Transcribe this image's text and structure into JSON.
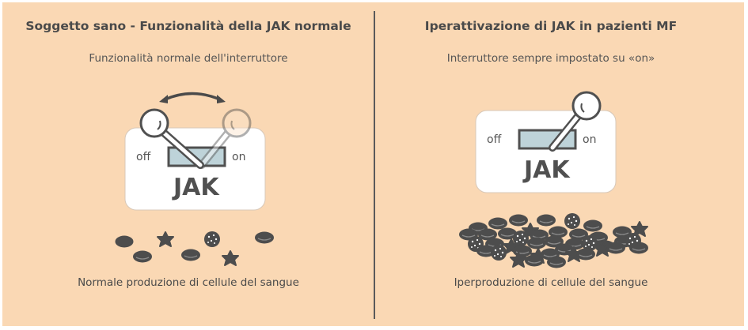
{
  "left": {
    "title": "Soggetto sano - Funzionalità della JAK normale",
    "subtitle": "Funzionalità normale dell'interruttore",
    "switch": {
      "off_label": "off",
      "on_label": "on",
      "name": "JAK",
      "state": "toggling"
    },
    "caption": "Normale produzione di cellule del sangue"
  },
  "right": {
    "title": "Iperattivazione di JAK in pazienti MF",
    "subtitle": "Interruttore sempre impostato su «on»",
    "switch": {
      "off_label": "off",
      "on_label": "on",
      "name": "JAK",
      "state": "on"
    },
    "caption": "Iperproduzione di cellule del sangue"
  },
  "colors": {
    "background": "#FAD8B4",
    "switch_body": "#FFFFFF",
    "slot": "#BED3D9",
    "outline": "#505050",
    "cells": "#4D4D4D"
  }
}
